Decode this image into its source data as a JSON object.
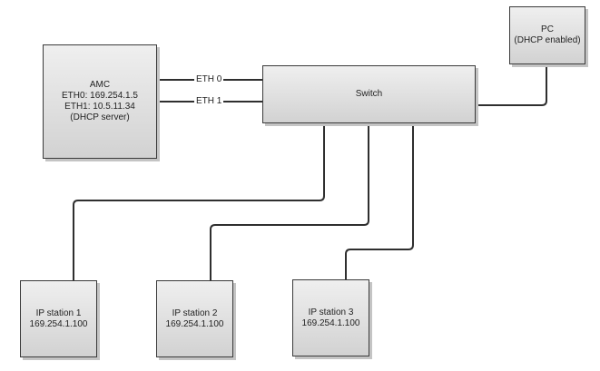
{
  "nodes": {
    "amc": {
      "lines": [
        "AMC",
        "ETH0: 169.254.1.5",
        "ETH1: 10.5.11.34",
        "(DHCP server)"
      ]
    },
    "switch": {
      "lines": [
        "Switch"
      ]
    },
    "pc": {
      "lines": [
        "PC",
        "(DHCP enabled)"
      ]
    },
    "ip1": {
      "lines": [
        "IP station 1",
        "169.254.1.100"
      ]
    },
    "ip2": {
      "lines": [
        "IP station 2",
        "169.254.1.100"
      ]
    },
    "ip3": {
      "lines": [
        "IP station 3",
        "169.254.1.100"
      ]
    }
  },
  "links": {
    "eth0": "ETH 0",
    "eth1": "ETH 1"
  },
  "colors": {
    "line": "#2f2f2f",
    "border": "#3a3a3a"
  }
}
